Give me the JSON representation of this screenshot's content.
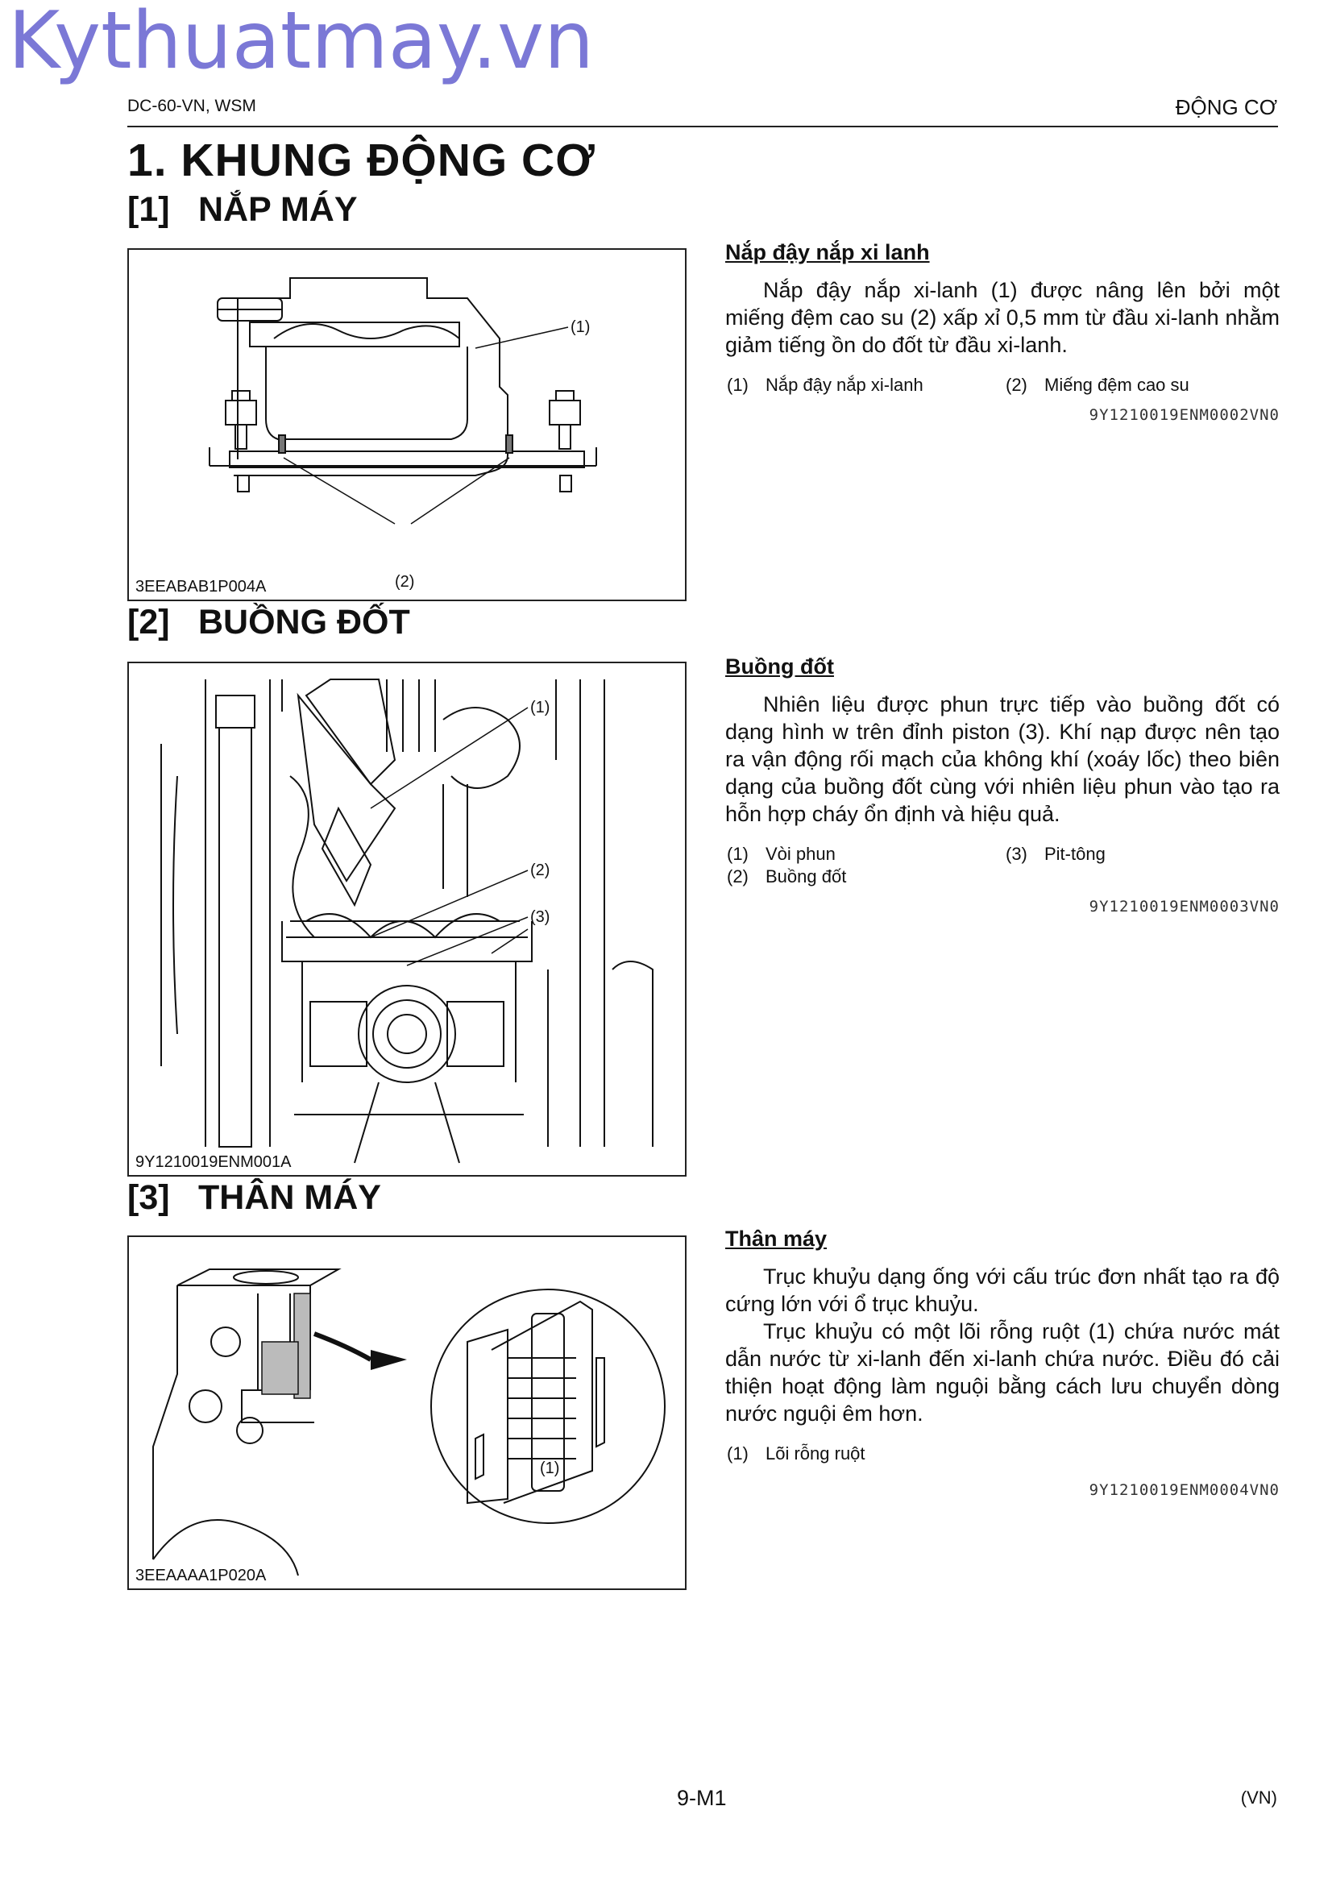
{
  "watermark": "Kythuatmay.vn",
  "header": {
    "left": "DC-60-VN, WSM",
    "right": "ĐỘNG CƠ"
  },
  "title": "1.   KHUNG ĐỘNG CƠ",
  "sections": [
    {
      "number": "[1]",
      "title": "NẮP MÁY",
      "figure_code": "3EEABAB1P004A",
      "callouts": [
        "(1)",
        "(2)"
      ],
      "heading": "Nắp đậy nắp xi lanh",
      "paragraphs": [
        "Nắp đậy nắp xi-lanh (1) được nâng lên bởi một miếng đệm cao su (2) xấp xỉ 0,5 mm từ đầu xi-lanh nhằm giảm tiếng ồn do đốt từ đầu xi-lanh."
      ],
      "legend": [
        {
          "num": "(1)",
          "text": "Nắp đậy nắp xi-lanh"
        },
        {
          "num": "(2)",
          "text": "Miếng đệm cao su"
        }
      ],
      "ref": "9Y1210019ENM0002VN0"
    },
    {
      "number": "[2]",
      "title": "BUỒNG ĐỐT",
      "figure_code": "9Y1210019ENM001A",
      "callouts": [
        "(1)",
        "(2)",
        "(3)"
      ],
      "heading": "Buồng đốt",
      "paragraphs": [
        "Nhiên liệu được phun trực tiếp vào buồng đốt có dạng hình w trên đỉnh piston (3). Khí nạp được nên tạo ra vận động rối mạch của không khí (xoáy lốc) theo biên dạng của buồng đốt cùng với nhiên liệu phun vào tạo ra hỗn hợp cháy ổn định và hiệu quả."
      ],
      "legend": [
        {
          "num": "(1)",
          "text": "Vòi phun"
        },
        {
          "num": "(3)",
          "text": "Pit-tông"
        },
        {
          "num": "(2)",
          "text": "Buồng đốt"
        }
      ],
      "ref": "9Y1210019ENM0003VN0"
    },
    {
      "number": "[3]",
      "title": "THÂN MÁY",
      "figure_code": "3EEAAAA1P020A",
      "callouts": [
        "(1)"
      ],
      "heading": "Thân máy",
      "paragraphs": [
        "Trục khuỷu dạng ống với cấu trúc đơn nhất tạo ra độ cứng lớn với ổ trục khuỷu.",
        "Trục khuỷu có một lõi rỗng ruột (1) chứa nước mát dẫn nước từ xi-lanh đến xi-lanh chứa nước. Điều đó cải thiện hoạt động làm nguội bằng cách lưu chuyển dòng nước nguội êm hơn."
      ],
      "legend": [
        {
          "num": "(1)",
          "text": "Lõi rỗng ruột"
        }
      ],
      "ref": "9Y1210019ENM0004VN0"
    }
  ],
  "footer": {
    "page": "9-M1",
    "lang": "(VN)"
  }
}
